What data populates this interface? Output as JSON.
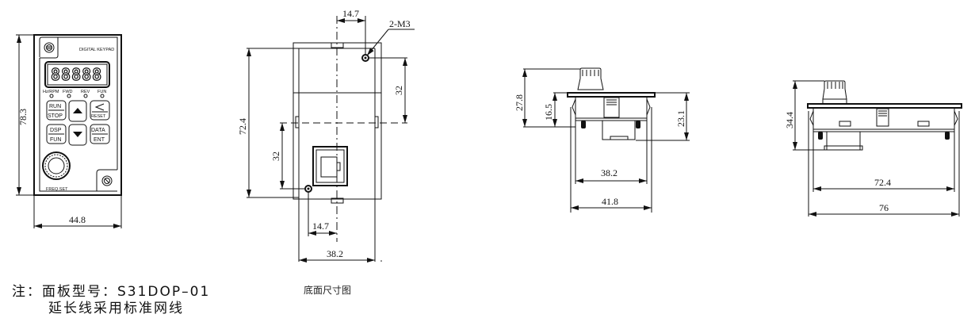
{
  "front_view": {
    "brand_text": "DIGITAL KEYPAD",
    "display_digits": "88888",
    "indicators": [
      "Hz/RPM",
      "FWD",
      "REV",
      "FUN"
    ],
    "keys": [
      {
        "top": "RUN",
        "bottom": "STOP"
      },
      {
        "symbol": "up-arrow"
      },
      {
        "top": "<",
        "bottom": "RESET"
      },
      {
        "top": "DSP",
        "bottom": "FUN"
      },
      {
        "symbol": "down-arrow"
      },
      {
        "top": "DATA",
        "bottom": "ENT"
      }
    ],
    "knob_label": "FREQ.SET",
    "dim_height": "78.3",
    "dim_width": "44.8"
  },
  "bottom_view": {
    "hole_label": "2-M3",
    "dim_top_offset": "14.7",
    "dim_right_vertical": "32",
    "dim_total_height": "72.4",
    "dim_left_vertical": "32",
    "dim_bottom_offset": "14.7",
    "dim_width": "38.2",
    "caption": "底面尺寸图"
  },
  "side_view": {
    "dim_total_height": "27.8",
    "dim_body_height": "16.5",
    "dim_right_height": "23.1",
    "dim_inner_width": "38.2",
    "dim_outer_width": "41.8"
  },
  "end_view": {
    "dim_height": "34.4",
    "dim_inner_width": "72.4",
    "dim_outer_width": "76"
  },
  "notes": {
    "line1": "注：面板型号：S31DOP–01",
    "line2": "延长线采用标准网线"
  }
}
